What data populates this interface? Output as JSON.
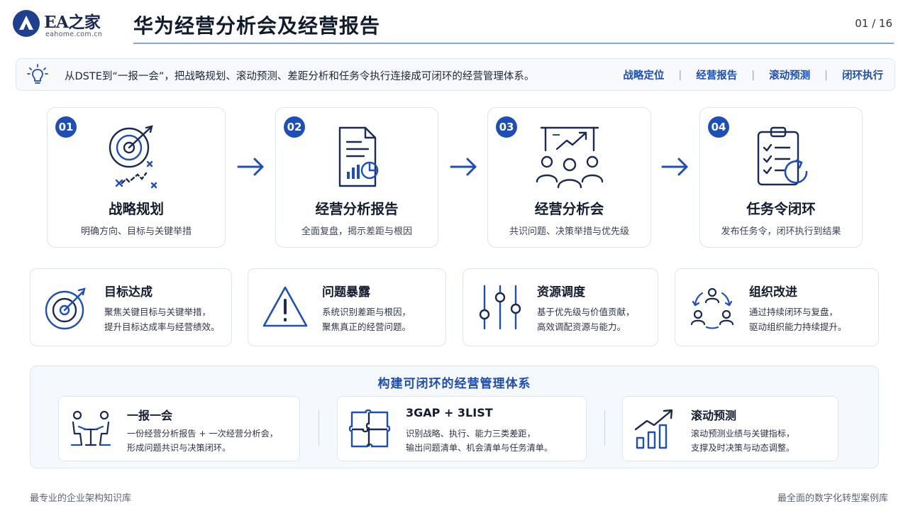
{
  "header": {
    "logo_brand": "EA之家",
    "logo_url": "eahome.com.cn",
    "title": "华为经营分析会及经营报告",
    "page_indicator": "01 / 16"
  },
  "banner": {
    "text": "从DSTE到“一报一会”，把战略规划、滚动预测、差距分析和任务令执行连接成可闭环的经营管理体系。",
    "links": [
      "战略定位",
      "经营报告",
      "滚动预测",
      "闭环执行"
    ]
  },
  "steps": [
    {
      "number": "01",
      "title": "战略规划",
      "subtitle": "明确方向、目标与关键举措",
      "icon": "target-strategy-icon"
    },
    {
      "number": "02",
      "title": "经营分析报告",
      "subtitle": "全面复盘，揭示差距与根因",
      "icon": "report-document-icon"
    },
    {
      "number": "03",
      "title": "经营分析会",
      "subtitle": "共识问题、决策举措与优先级",
      "icon": "meeting-presentation-icon"
    },
    {
      "number": "04",
      "title": "任务令闭环",
      "subtitle": "发布任务令，闭环执行到结果",
      "icon": "checklist-cycle-icon"
    }
  ],
  "outcomes": [
    {
      "title": "目标达成",
      "desc_lines": [
        "聚焦关键目标与关键举措，",
        "提升目标达成率与经营绩效。"
      ],
      "icon": "target-icon"
    },
    {
      "title": "问题暴露",
      "desc_lines": [
        "系统识别差距与根因，",
        "聚焦真正的经营问题。"
      ],
      "icon": "warning-icon"
    },
    {
      "title": "资源调度",
      "desc_lines": [
        "基于优先级与价值贡献，",
        "高效调配资源与能力。"
      ],
      "icon": "sliders-icon"
    },
    {
      "title": "组织改进",
      "desc_lines": [
        "通过持续闭环与复盘，",
        "驱动组织能力持续提升。"
      ],
      "icon": "team-cycle-icon"
    }
  ],
  "system": {
    "title": "构建可闭环的经营管理体系",
    "cards": [
      {
        "title": "一报一会",
        "desc_lines": [
          "一份经营分析报告 + 一次经营分析会，",
          "形成问题共识与决策闭环。"
        ],
        "icon": "meeting-table-icon"
      },
      {
        "title": "3GAP + 3LIST",
        "desc_lines": [
          "识别战略、执行、能力三类差距，",
          "输出问题清单、机会清单与任务清单。"
        ],
        "icon": "puzzle-icon"
      },
      {
        "title": "滚动预测",
        "desc_lines": [
          "滚动预测业绩与关键指标，",
          "支撑及时决策与动态调整。"
        ],
        "icon": "growth-chart-icon"
      }
    ]
  },
  "footer": {
    "left": "最专业的企业架构知识库",
    "right": "最全面的数字化转型案例库"
  },
  "colors": {
    "primary": "#1e4fb8",
    "dark_text": "#141c30",
    "border": "#dde4ef",
    "panel_bg": "#f5f8fd"
  }
}
